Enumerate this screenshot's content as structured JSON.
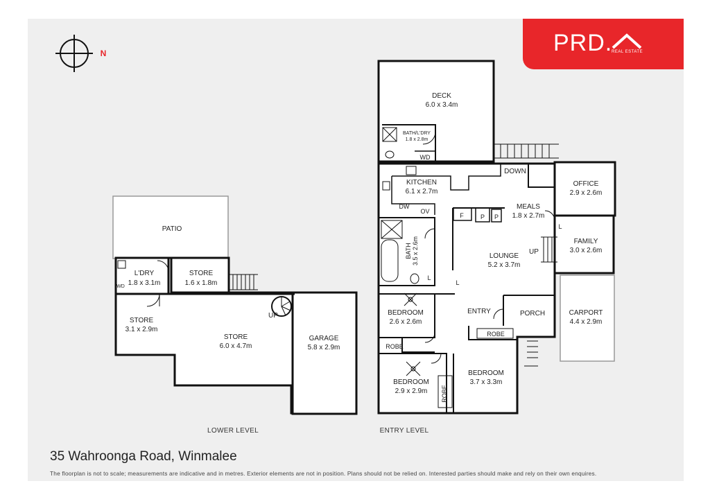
{
  "brand": {
    "logo_text": "PRD.",
    "subtitle": "REAL ESTATE",
    "color": "#e8262a"
  },
  "compass": {
    "direction_label": "N"
  },
  "rooms": {
    "deck": {
      "name": "DECK",
      "size": "6.0 x 3.4m"
    },
    "bath_ldry": {
      "name": "BATH/L'DRY",
      "size": "1.8 x 2.8m"
    },
    "wd_upper": "WD",
    "kitchen": {
      "name": "KITCHEN",
      "size": "6.1 x 2.7m"
    },
    "dw": "DW",
    "ov": "OV",
    "down": "DOWN",
    "office": {
      "name": "OFFICE",
      "size": "2.9 x 2.6m"
    },
    "meals": {
      "name": "MEALS",
      "size": "1.8 x 2.7m"
    },
    "fridge": "F",
    "pantry1": "P",
    "pantry2": "P",
    "bath": {
      "name": "BATH",
      "size": "3.5 x 2.6m"
    },
    "linen1": "L",
    "linen2": "L",
    "linen3": "L",
    "lounge": {
      "name": "LOUNGE",
      "size": "5.2 x 3.7m"
    },
    "up_entry": "UP",
    "family": {
      "name": "FAMILY",
      "size": "3.0 x 2.6m"
    },
    "bedroom1": {
      "name": "BEDROOM",
      "size": "2.6 x 2.6m"
    },
    "entry": "ENTRY",
    "porch": "PORCH",
    "carport": {
      "name": "CARPORT",
      "size": "4.4 x 2.9m"
    },
    "robe1": "ROBE",
    "robe2": "ROBE",
    "robe3": "ROBE",
    "bedroom2": {
      "name": "BEDROOM",
      "size": "2.9 x 2.9m"
    },
    "bedroom3": {
      "name": "BEDROOM",
      "size": "3.7 x 3.3m"
    },
    "patio": "PATIO",
    "ldry_lower": {
      "name": "L'DRY",
      "size": "1.8 x 3.1m"
    },
    "wd_lower": "WD",
    "store_small": {
      "name": "STORE",
      "size": "1.6 x 1.8m"
    },
    "store_left": {
      "name": "STORE",
      "size": "3.1 x 2.9m"
    },
    "store_main": {
      "name": "STORE",
      "size": "6.0 x 4.7m"
    },
    "up_lower": "UP",
    "garage": {
      "name": "GARAGE",
      "size": "5.8 x 2.9m"
    }
  },
  "levels": {
    "lower": "LOWER LEVEL",
    "entry": "ENTRY LEVEL"
  },
  "address": "35 Wahroonga Road, Winmalee",
  "disclaimer": "The floorplan is not to scale; measurements are indicative and in metres. Exterior elements are not in position. Plans should not be relied on. Interested parties should make and rely on their own enquires."
}
